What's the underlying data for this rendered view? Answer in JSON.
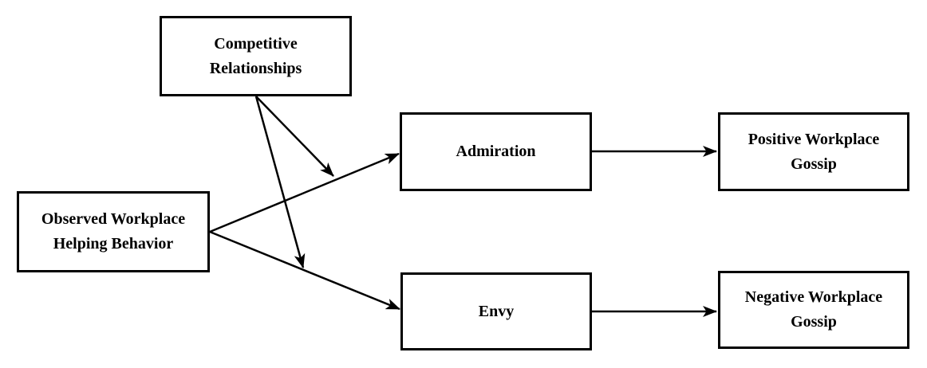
{
  "diagram": {
    "type": "conceptual-model-path-diagram",
    "background_color": "#ffffff",
    "line_color": "#000000",
    "text_color": "#000000",
    "nodes": {
      "competitive": {
        "label": "Competitive Relationships",
        "role": "moderator"
      },
      "observed": {
        "label": "Observed Workplace Helping Behavior",
        "role": "independent-variable"
      },
      "admiration": {
        "label": "Admiration",
        "role": "mediator"
      },
      "envy": {
        "label": "Envy",
        "role": "mediator"
      },
      "positive": {
        "label": "Positive Workplace Gossip",
        "role": "outcome"
      },
      "negative": {
        "label": "Negative Workplace Gossip",
        "role": "outcome"
      }
    },
    "edges": [
      {
        "from": "observed",
        "to": "admiration",
        "kind": "direct-arrow"
      },
      {
        "from": "observed",
        "to": "envy",
        "kind": "direct-arrow"
      },
      {
        "from": "competitive",
        "to": "path(observed→admiration)",
        "kind": "moderation-arrow"
      },
      {
        "from": "competitive",
        "to": "path(observed→envy)",
        "kind": "moderation-arrow"
      },
      {
        "from": "admiration",
        "to": "positive",
        "kind": "direct-arrow"
      },
      {
        "from": "envy",
        "to": "negative",
        "kind": "direct-arrow"
      }
    ]
  }
}
